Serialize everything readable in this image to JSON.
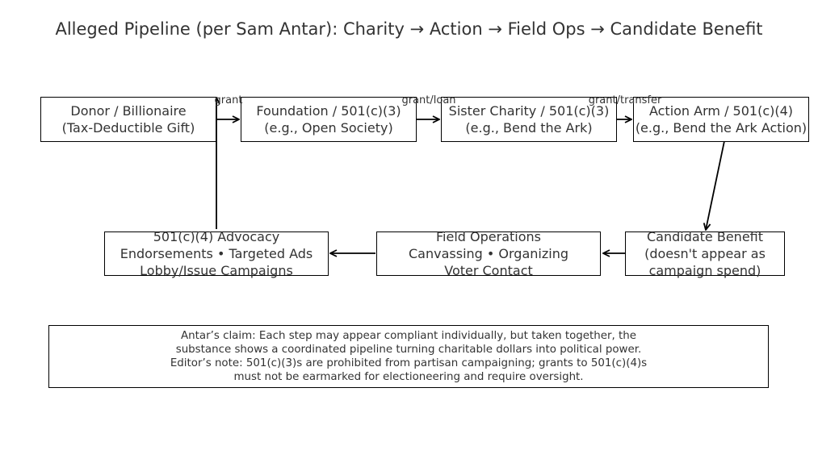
{
  "title": "Alleged Pipeline (per Sam Antar): Charity → Action → Field Ops → Candidate Benefit",
  "nodes": {
    "donor": {
      "line1": "Donor / Billionaire",
      "line2": "(Tax-Deductible Gift)"
    },
    "foundation": {
      "line1": "Foundation / 501(c)(3)",
      "line2": "(e.g., Open Society)"
    },
    "sister_charity": {
      "line1": "Sister Charity / 501(c)(3)",
      "line2": "(e.g., Bend the Ark)"
    },
    "action_arm": {
      "line1": "Action Arm / 501(c)(4)",
      "line2": "(e.g., Bend the Ark Action)"
    },
    "candidate_benefit": {
      "line1": "Candidate Benefit",
      "line2": "(doesn't appear as",
      "line3": "campaign spend)"
    },
    "field_operations": {
      "line1": "Field Operations",
      "line2": "Canvassing • Organizing",
      "line3": "Voter Contact"
    },
    "advocacy": {
      "line1": "501(c)(4) Advocacy",
      "line2": "Endorsements • Targeted Ads",
      "line3": "Lobby/Issue Campaigns"
    }
  },
  "edge_labels": {
    "donor_to_foundation": "grant",
    "foundation_to_sister": "grant/loan",
    "sister_to_action": "grant/transfer"
  },
  "note": {
    "line1": "Antar’s claim: Each step may appear compliant individually, but taken together, the",
    "line2": "substance shows a coordinated pipeline turning charitable dollars into political power.",
    "line3": "Editor’s note: 501(c)(3)s are prohibited from partisan campaigning; grants to 501(c)(4)s",
    "line4": "must not be earmarked for electioneering and require oversight."
  },
  "colors": {
    "text": "#333333",
    "border": "#000000",
    "background": "#ffffff"
  }
}
